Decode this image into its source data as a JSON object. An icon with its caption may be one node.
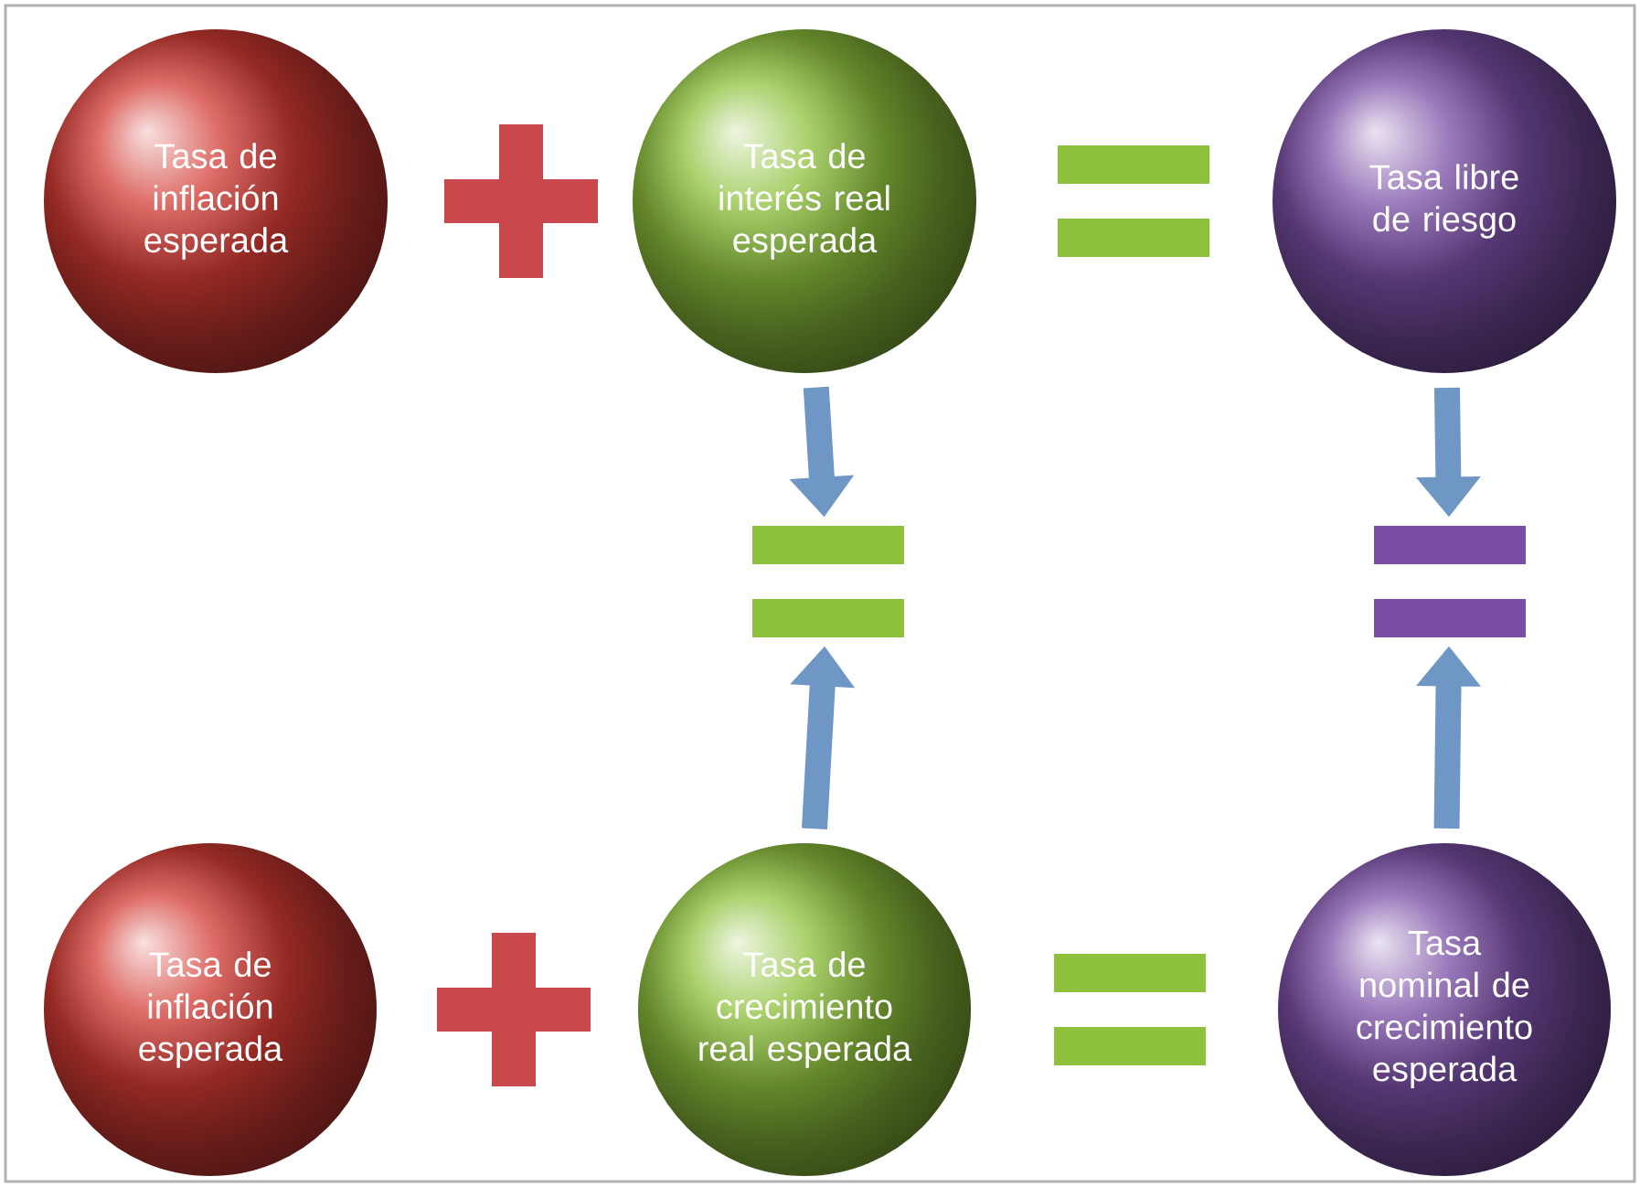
{
  "diagram": {
    "nodes": [
      {
        "text": [
          "Tasa de inflación esperada"
        ]
      },
      {
        "text": [],
        "shape": "plus"
      },
      {
        "text": [
          "Tasa de interés real esperada"
        ]
      },
      {
        "text": [],
        "shape": "equals"
      },
      {
        "text": [
          "Tasa libre de riesgo"
        ]
      },
      {
        "text": [],
        "shape": "equals"
      },
      {
        "text": [],
        "shape": "equals"
      },
      {
        "text": [
          "Tasa de inflación esperada"
        ]
      },
      {
        "text": [],
        "shape": "plus"
      },
      {
        "text": [
          "Tasa de crecimiento real esperada"
        ]
      },
      {
        "text": [],
        "shape": "equals"
      },
      {
        "text": [
          "Tasa nominal de crecimiento esperada"
        ]
      }
    ],
    "edges": [
      {
        "from": 2,
        "to": 5,
        "arrow": "to"
      },
      {
        "from": 9,
        "to": 5,
        "arrow": "to"
      },
      {
        "from": 4,
        "to": 6,
        "arrow": "to"
      },
      {
        "from": 11,
        "to": 6,
        "arrow": "to"
      }
    ]
  }
}
